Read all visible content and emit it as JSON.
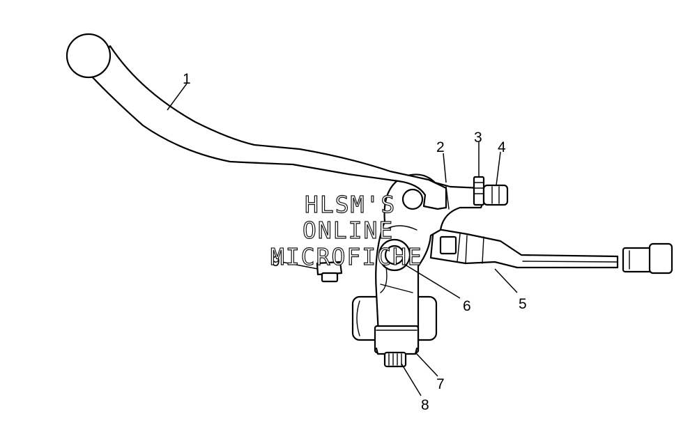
{
  "diagram": {
    "callouts": [
      {
        "id": "1",
        "label": "1"
      },
      {
        "id": "2",
        "label": "2"
      },
      {
        "id": "3",
        "label": "3"
      },
      {
        "id": "4",
        "label": "4"
      },
      {
        "id": "5",
        "label": "5"
      },
      {
        "id": "6",
        "label": "6"
      },
      {
        "id": "7",
        "label": "7"
      },
      {
        "id": "8",
        "label": "8"
      },
      {
        "id": "9",
        "label": "9"
      }
    ],
    "watermark": {
      "line1": "HLSM'S",
      "line2": "ONLINE",
      "line3": "MICROFICHE"
    }
  }
}
